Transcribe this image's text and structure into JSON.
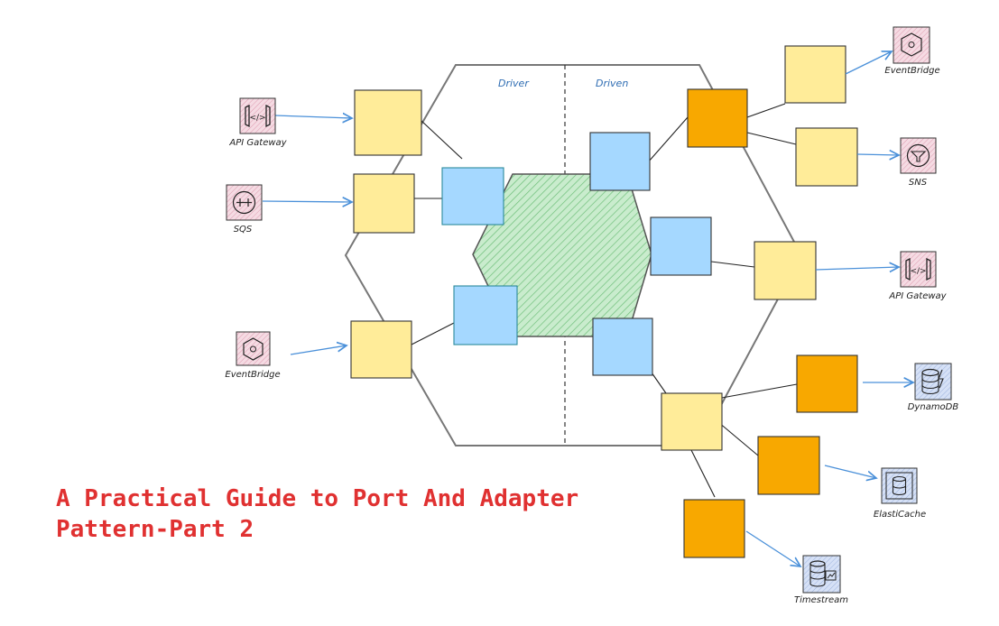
{
  "title": "A Practical Guide to Port And Adapter Pattern-Part 2",
  "sections": {
    "driver": "Driver",
    "driven": "Driven"
  },
  "services": {
    "api_gateway_left": "API Gateway",
    "sqs": "SQS",
    "eventbridge_left": "EventBridge",
    "eventbridge_right": "EventBridge",
    "sns": "SNS",
    "api_gateway_right": "API Gateway",
    "dynamodb": "DynamoDB",
    "elasticache": "ElastiCache",
    "timestream": "Timestream"
  },
  "colors": {
    "adapter_yellow": "#ffec99",
    "adapter_orange": "#f8a800",
    "port_blue": "#a5d8ff",
    "core_green": "#b2f2bb",
    "arrow_blue": "#4a90d9",
    "title_red": "#e03131",
    "service_pink": "#f3d2dc",
    "service_blue": "#c9d7f2"
  }
}
